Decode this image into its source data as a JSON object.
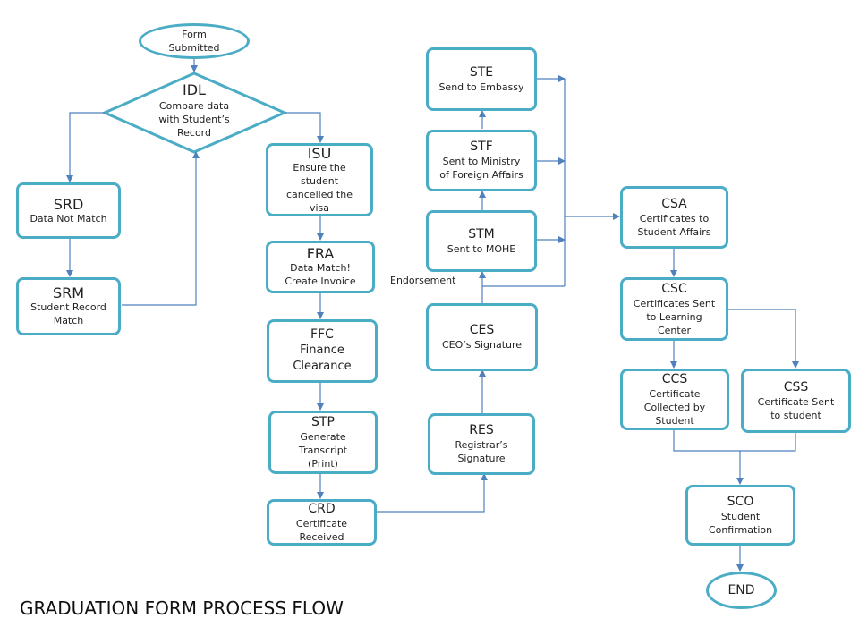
{
  "diagram": {
    "title": "GRADUATION FORM PROCESS FLOW",
    "edge_label_endorsement": "Endorsement",
    "nodes": {
      "start": {
        "desc": "Form\nSubmitted"
      },
      "idl": {
        "code": "IDL",
        "desc": "Compare data\nwith Student’s\nRecord"
      },
      "srd": {
        "code": "SRD",
        "desc": "Data Not Match"
      },
      "srm": {
        "code": "SRM",
        "desc": "Student  Record\nMatch"
      },
      "isu": {
        "code": "ISU",
        "desc": "Ensure the\nstudent\ncancelled the\nvisa"
      },
      "fra": {
        "code": "FRA",
        "desc": "Data Match!\nCreate Invoice"
      },
      "ffc": {
        "code": "FFC",
        "desc": "Finance\nClearance"
      },
      "stp": {
        "code": "STP",
        "desc": "Generate\nTranscript\n(Print)"
      },
      "crd": {
        "code": "CRD",
        "desc": "Certificate\nReceived"
      },
      "res": {
        "code": "RES",
        "desc": "Registrar’s\nSignature"
      },
      "ces": {
        "code": "CES",
        "desc": "CEO’s Signature"
      },
      "stm": {
        "code": "STM",
        "desc": "Sent to MOHE"
      },
      "stf": {
        "code": "STF",
        "desc": "Sent to Ministry\nof Foreign Affairs"
      },
      "ste": {
        "code": "STE",
        "desc": "Send to Embassy"
      },
      "csa": {
        "code": "CSA",
        "desc": "Certificates to\nStudent  Affairs"
      },
      "csc": {
        "code": "CSC",
        "desc": "Certificates Sent\nto Learning\nCenter"
      },
      "ccs": {
        "code": "CCS",
        "desc": "Certificate\nCollected by\nStudent"
      },
      "css": {
        "code": "CSS",
        "desc": "Certificate Sent\nto  student"
      },
      "sco": {
        "code": "SCO",
        "desc": "Student\nConfirmation"
      },
      "end": {
        "code": "END"
      }
    }
  },
  "colors": {
    "node_border": "#4bacc6",
    "connector": "#4f81bd"
  }
}
